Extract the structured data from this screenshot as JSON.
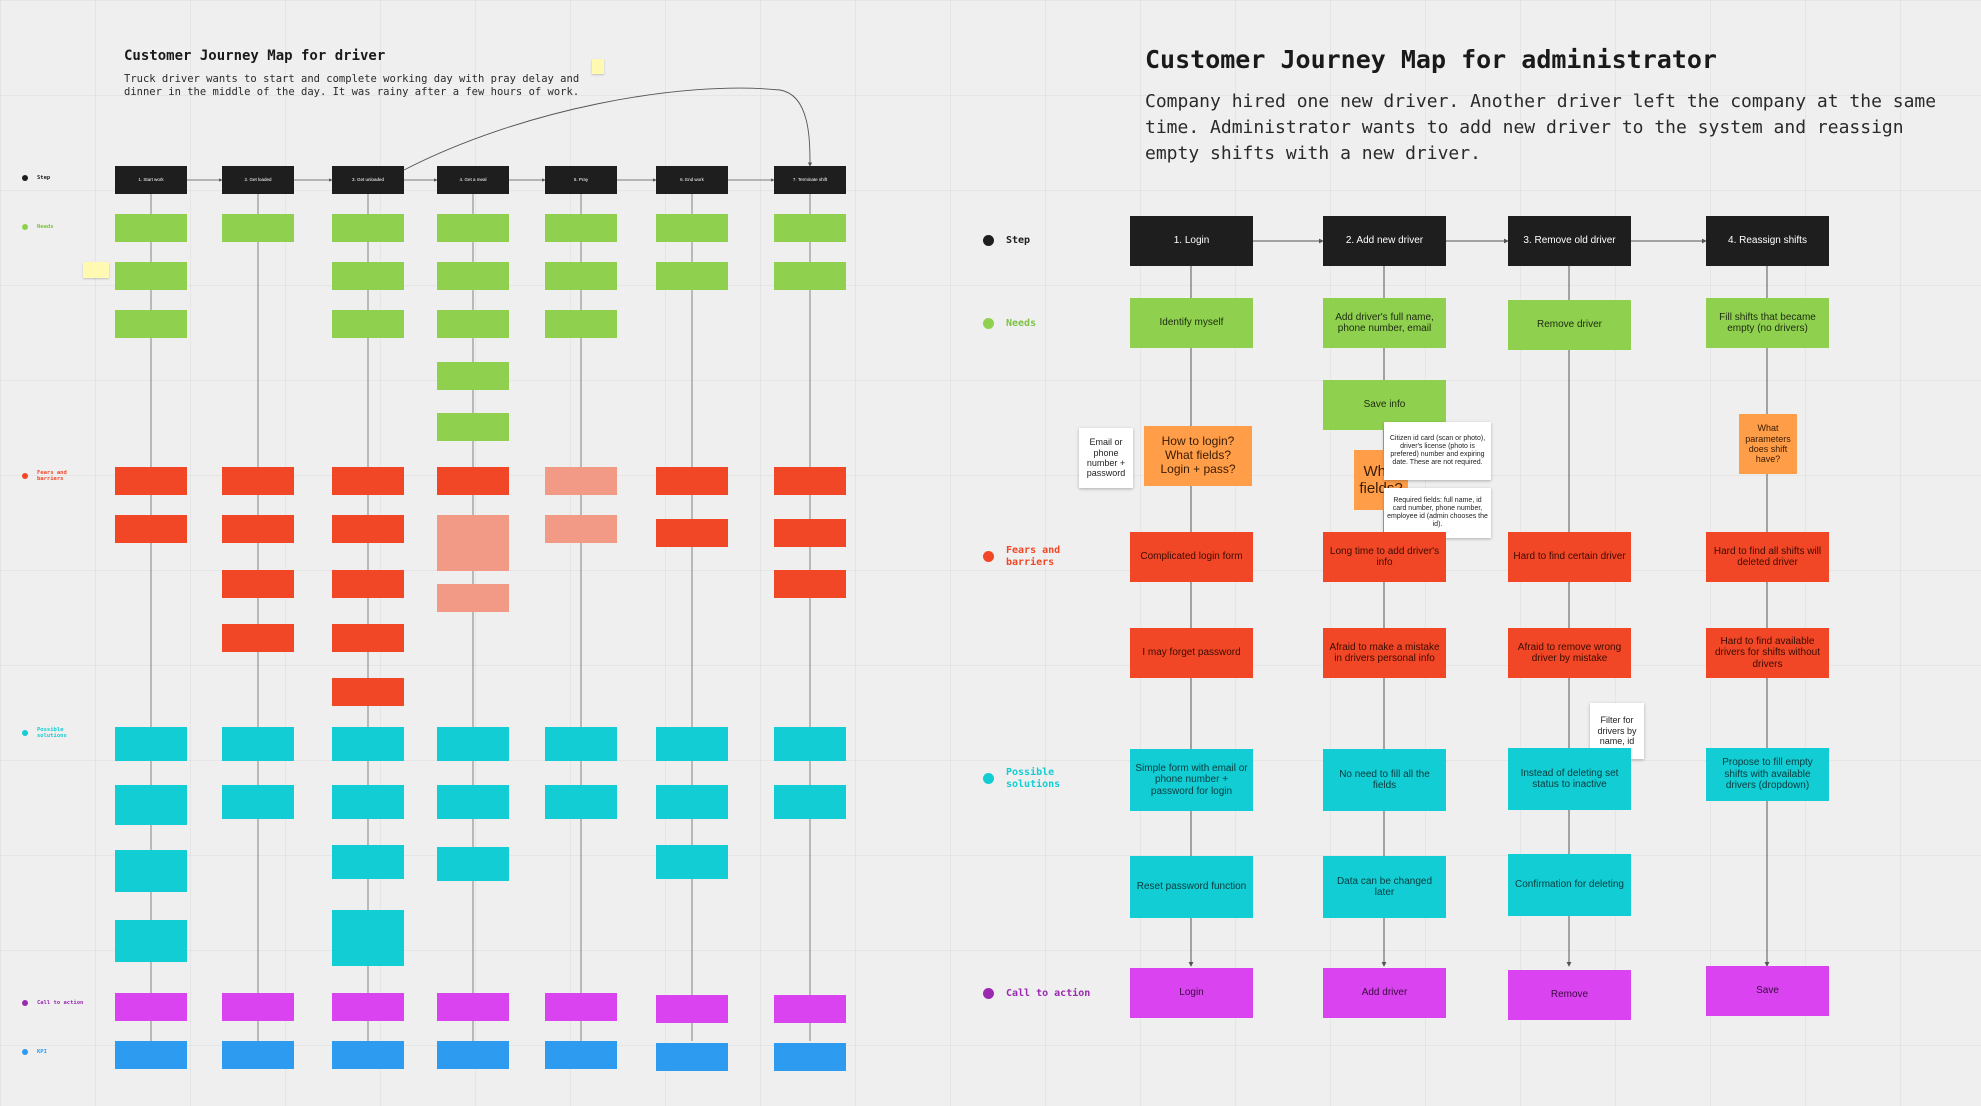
{
  "driver": {
    "title": "Customer Journey Map for driver",
    "description": "Truck driver wants to start and complete working day with pray delay and dinner in the middle of the day. It was rainy after a few hours of work.",
    "row_labels": {
      "step": "Step",
      "needs": "Needs",
      "fears": "Fears and barriers",
      "solutions": "Possible solutions",
      "cta": "Call to action",
      "kpi": "KPI"
    },
    "steps": [
      "1. Start work",
      "2. Get loaded",
      "3. Get unloaded",
      "4. Get a meal",
      "5. Pray",
      "6. End work",
      "7. Terminate shift"
    ]
  },
  "admin": {
    "title": "Customer Journey Map for administrator",
    "description": "Company hired one new driver. Another driver left the company at the same time. Administrator wants to add new driver to the system and reassign empty shifts with a new driver.",
    "row_labels": {
      "step": "Step",
      "needs": "Needs",
      "fears": "Fears and barriers",
      "solutions": "Possible solutions",
      "cta": "Call to action"
    },
    "steps": [
      "1. Login",
      "2. Add new driver",
      "3. Remove old driver",
      "4. Reassign shifts"
    ],
    "needs": [
      "Identify myself",
      "Add driver's full name, phone number, email",
      "Save info",
      "Remove driver",
      "Fill shifts that became empty (no drivers)"
    ],
    "questions": [
      "How to login? What fields? Login + pass?",
      "What fields?",
      "What parameters does shift have?"
    ],
    "notes": [
      "Email or phone number + password",
      "Citizen id card (scan or photo), driver's license (photo is prefered) number and expiring date. These are not required.",
      "Required fields: full name, id card number, phone number, employee id (admin chooses the id).",
      "Filter for drivers by name, id"
    ],
    "fears": [
      "Complicated login form",
      "I may forget password",
      "Long time to add driver's info",
      "Afraid to make a mistake in drivers personal info",
      "Hard to find certain driver",
      "Afraid to remove wrong driver by mistake",
      "Hard to find all shifts will deleted driver",
      "Hard to find available drivers for shifts without drivers"
    ],
    "solutions": [
      "Simple form with email or phone number + password for login",
      "Reset password function",
      "No need to fill all the fields",
      "Data can be changed later",
      "Instead of deleting set status to inactive",
      "Confirmation for deleting",
      "Propose to fill empty shifts with available drivers (dropdown)"
    ],
    "cta": [
      "Login",
      "Add driver",
      "Remove",
      "Save"
    ]
  },
  "colors": {
    "step": "#1e1e1e",
    "needs": "#8fd14f",
    "fears": "#f24726",
    "solutions": "#12cdd4",
    "cta": "#da44f0",
    "kpi": "#2d9bf0",
    "question": "#ff9d48",
    "sticky": "#fff9b1"
  },
  "icons": [
    "sticky-note-icon"
  ]
}
